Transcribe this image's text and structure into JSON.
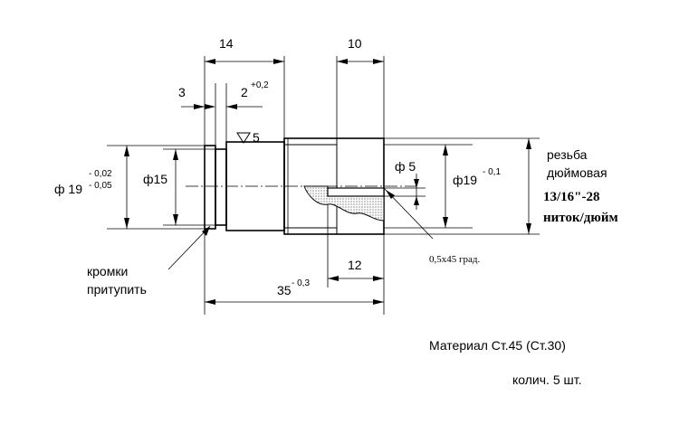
{
  "dimensions": {
    "d14": "14",
    "d10": "10",
    "d3": "3",
    "d2": "2",
    "d2_tol": "+0,2",
    "roughness": "5",
    "phi19_left": "ф 19",
    "phi19_left_tol_upper": "- 0,02",
    "phi19_left_tol_lower": "- 0,05",
    "phi15": "ф15",
    "phi5": "ф 5",
    "phi19_right": "ф19",
    "phi19_right_tol": "- 0,1",
    "d12": "12",
    "d35": "35",
    "d35_tol": "- 0,3",
    "chamfer": "0,5х45 град."
  },
  "notes": {
    "thread_line1": "резьба",
    "thread_line2": "дюймовая",
    "thread_spec": "13/16\"-28",
    "thread_unit": "ниток/дюйм",
    "edges_line1": "кромки",
    "edges_line2": "притупить",
    "material": "Материал  Ст.45 (Ст.30)",
    "quantity": "колич. 5 шт."
  }
}
